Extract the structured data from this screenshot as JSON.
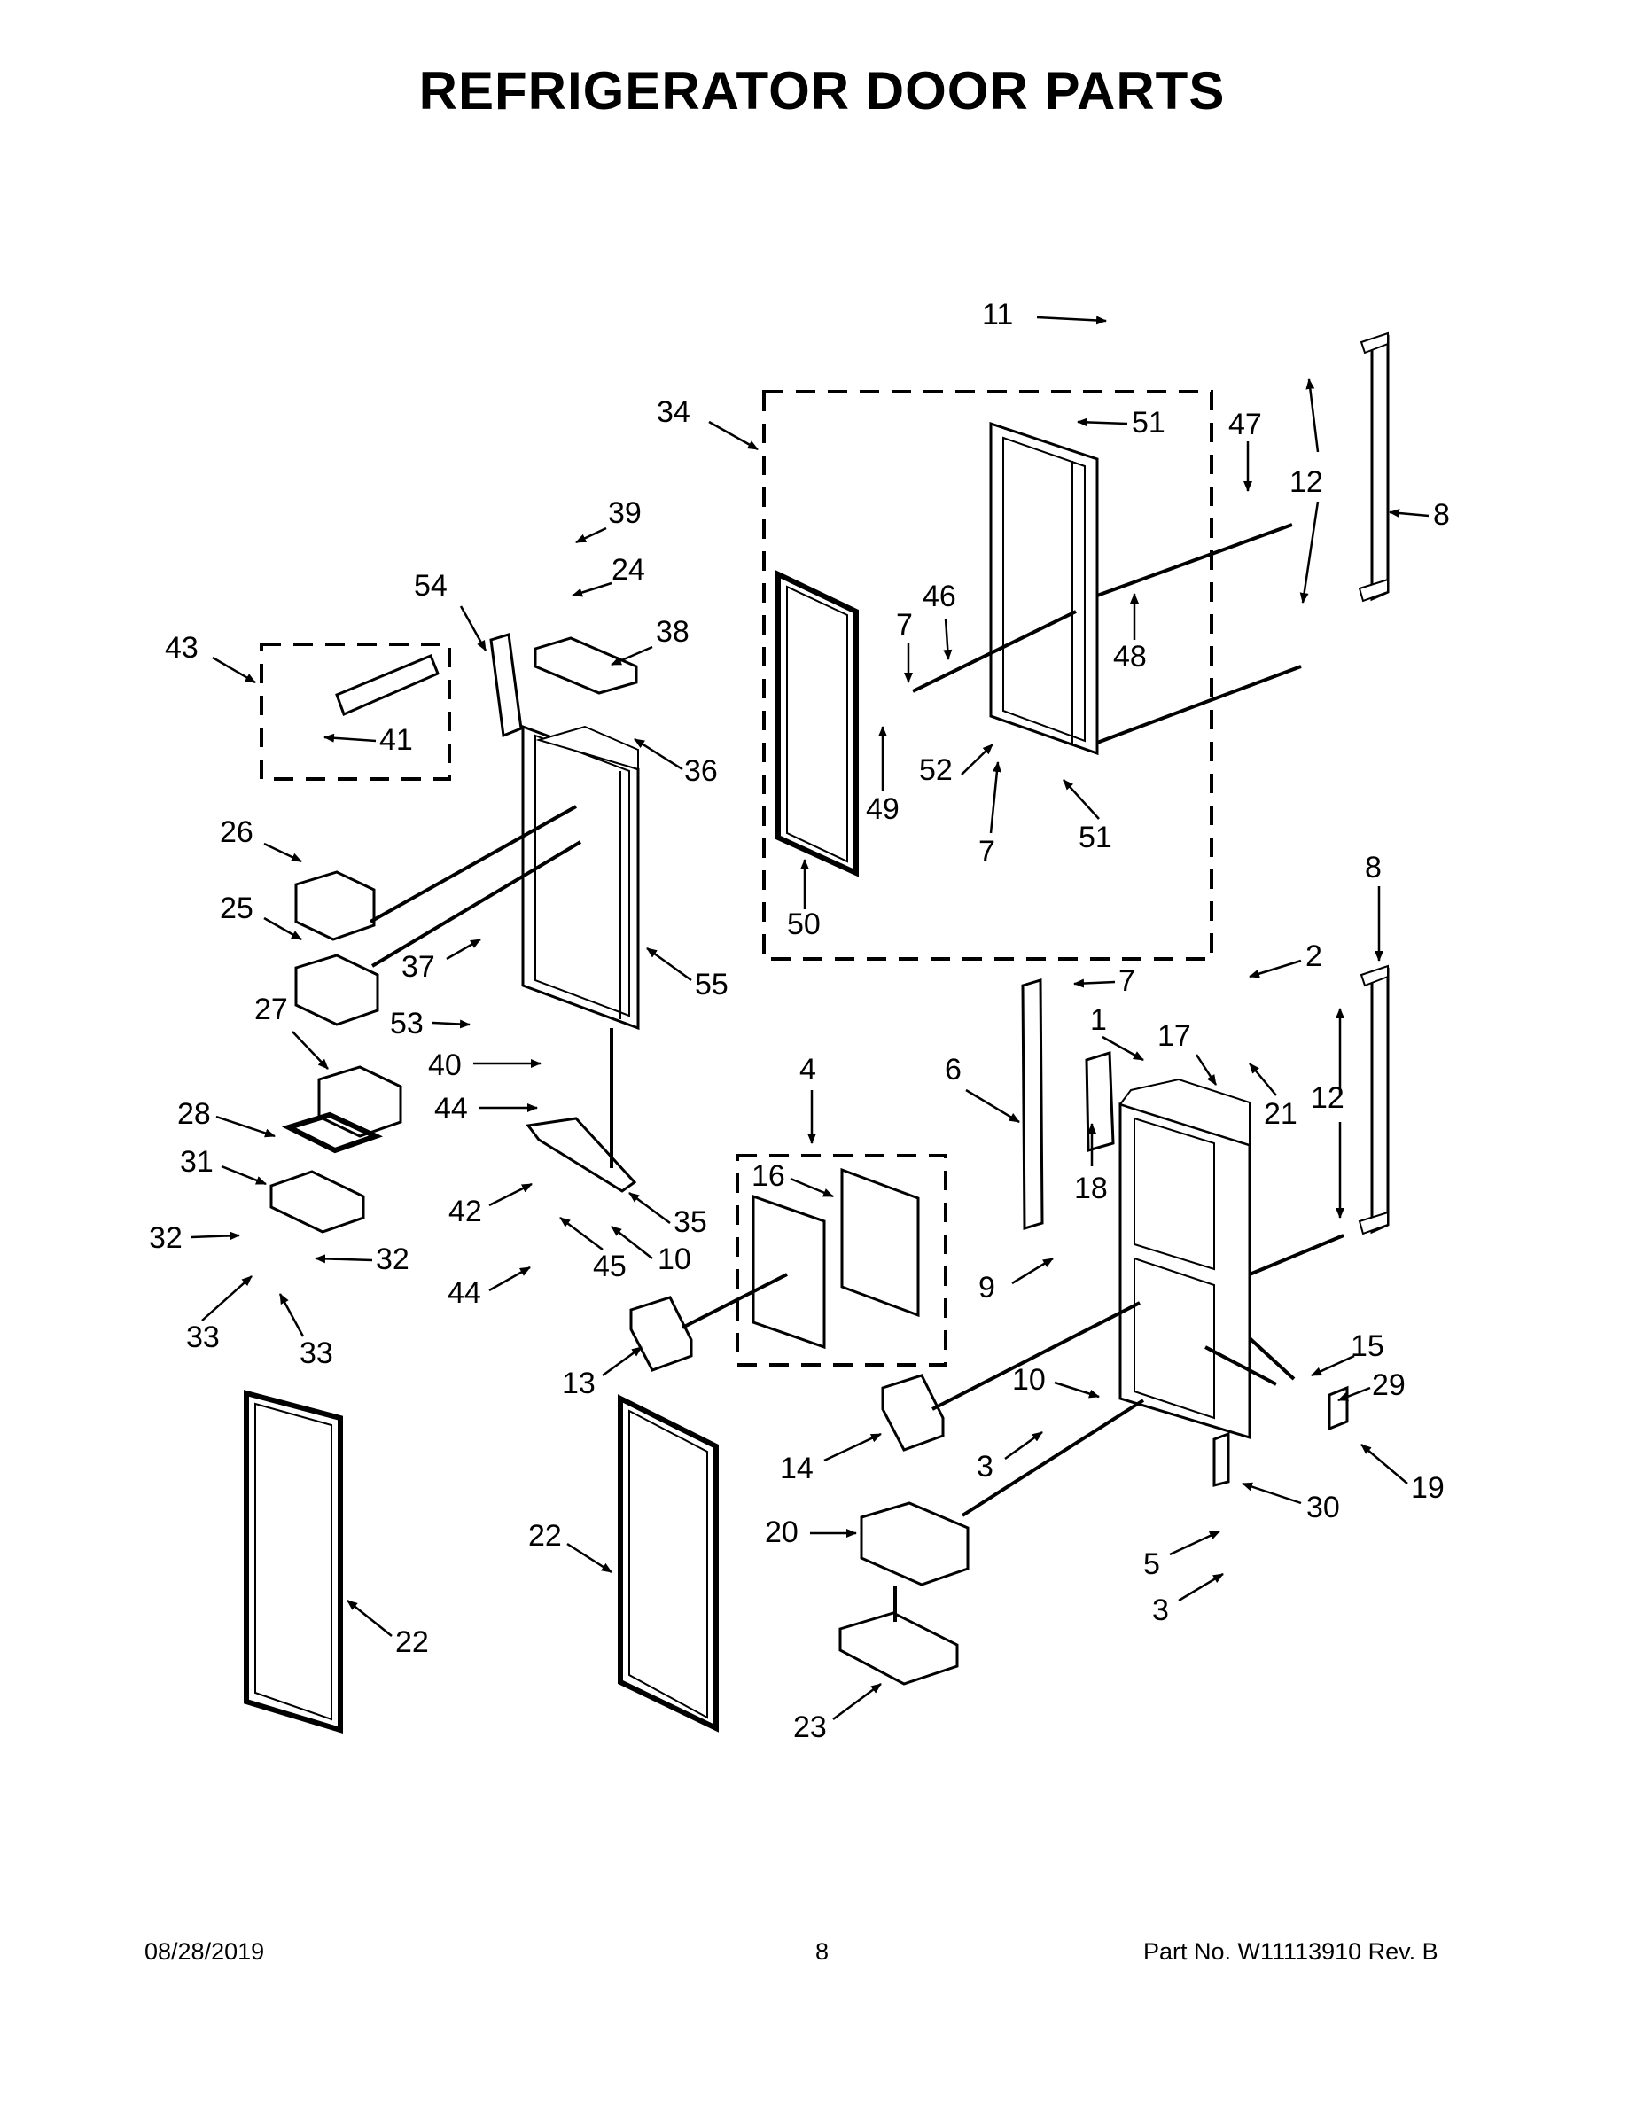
{
  "title": "REFRIGERATOR DOOR PARTS",
  "footer": {
    "date": "08/28/2019",
    "page": "8",
    "part_number": "Part No.  W11113910  Rev.  B"
  },
  "callouts": [
    {
      "id": "11",
      "text": "11"
    },
    {
      "id": "51a",
      "text": "51"
    },
    {
      "id": "47",
      "text": "47"
    },
    {
      "id": "34",
      "text": "34"
    },
    {
      "id": "12a",
      "text": "12"
    },
    {
      "id": "8a",
      "text": "8"
    },
    {
      "id": "39",
      "text": "39"
    },
    {
      "id": "24",
      "text": "24"
    },
    {
      "id": "54",
      "text": "54"
    },
    {
      "id": "46",
      "text": "46"
    },
    {
      "id": "48",
      "text": "48"
    },
    {
      "id": "43",
      "text": "43"
    },
    {
      "id": "38",
      "text": "38"
    },
    {
      "id": "7a",
      "text": "7"
    },
    {
      "id": "41",
      "text": "41"
    },
    {
      "id": "36",
      "text": "36"
    },
    {
      "id": "52",
      "text": "52"
    },
    {
      "id": "49",
      "text": "49"
    },
    {
      "id": "7b",
      "text": "7"
    },
    {
      "id": "51b",
      "text": "51"
    },
    {
      "id": "26",
      "text": "26"
    },
    {
      "id": "25",
      "text": "25"
    },
    {
      "id": "50",
      "text": "50"
    },
    {
      "id": "8b",
      "text": "8"
    },
    {
      "id": "37",
      "text": "37"
    },
    {
      "id": "55",
      "text": "55"
    },
    {
      "id": "7c",
      "text": "7"
    },
    {
      "id": "2",
      "text": "2"
    },
    {
      "id": "27",
      "text": "27"
    },
    {
      "id": "53",
      "text": "53"
    },
    {
      "id": "1",
      "text": "1"
    },
    {
      "id": "17",
      "text": "17"
    },
    {
      "id": "4",
      "text": "4"
    },
    {
      "id": "40",
      "text": "40"
    },
    {
      "id": "6",
      "text": "6"
    },
    {
      "id": "21",
      "text": "21"
    },
    {
      "id": "12b",
      "text": "12"
    },
    {
      "id": "44a",
      "text": "44"
    },
    {
      "id": "28",
      "text": "28"
    },
    {
      "id": "16",
      "text": "16"
    },
    {
      "id": "31",
      "text": "31"
    },
    {
      "id": "18",
      "text": "18"
    },
    {
      "id": "42",
      "text": "42"
    },
    {
      "id": "35",
      "text": "35"
    },
    {
      "id": "32a",
      "text": "32"
    },
    {
      "id": "32b",
      "text": "32"
    },
    {
      "id": "10a",
      "text": "10"
    },
    {
      "id": "45",
      "text": "45"
    },
    {
      "id": "44b",
      "text": "44"
    },
    {
      "id": "9",
      "text": "9"
    },
    {
      "id": "33a",
      "text": "33"
    },
    {
      "id": "33b",
      "text": "33"
    },
    {
      "id": "13",
      "text": "13"
    },
    {
      "id": "15",
      "text": "15"
    },
    {
      "id": "10b",
      "text": "10"
    },
    {
      "id": "29",
      "text": "29"
    },
    {
      "id": "14",
      "text": "14"
    },
    {
      "id": "3a",
      "text": "3"
    },
    {
      "id": "19",
      "text": "19"
    },
    {
      "id": "30",
      "text": "30"
    },
    {
      "id": "20",
      "text": "20"
    },
    {
      "id": "22a",
      "text": "22"
    },
    {
      "id": "22b",
      "text": "22"
    },
    {
      "id": "5",
      "text": "5"
    },
    {
      "id": "3b",
      "text": "3"
    },
    {
      "id": "23",
      "text": "23"
    }
  ]
}
